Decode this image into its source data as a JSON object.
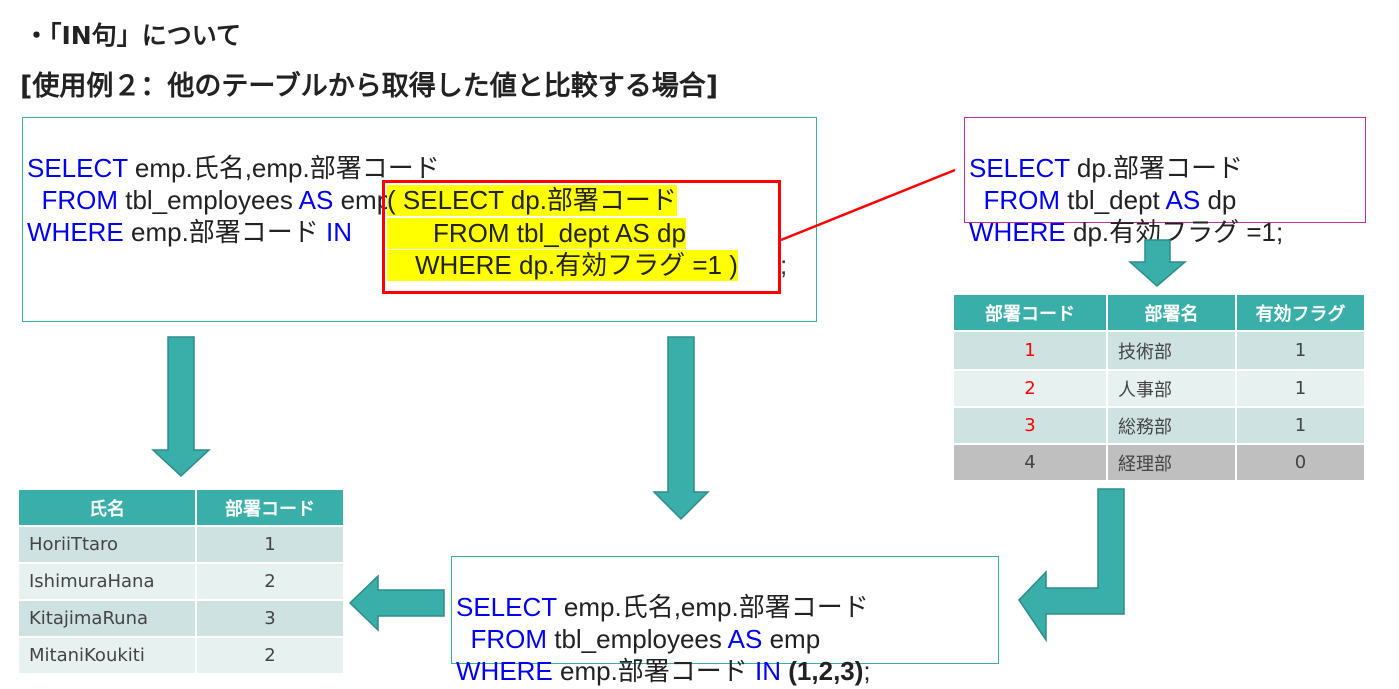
{
  "heading": "・「IN句」について",
  "subheading": "[使用例２：他のテーブルから取得した値と比較する場合]",
  "main_query": {
    "line1": [
      {
        "t": "SELECT",
        "kw": true
      },
      {
        "t": " emp.氏名,emp.部署コード"
      }
    ],
    "line2": [
      {
        "t": "  FROM",
        "kw": true
      },
      {
        "t": " tbl_employees "
      },
      {
        "t": "AS",
        "kw": true
      },
      {
        "t": " emp"
      }
    ],
    "line3": [
      {
        "t": "WHERE",
        "kw": true
      },
      {
        "t": " emp.部署コード "
      },
      {
        "t": "IN",
        "kw": true
      }
    ],
    "sub1": "( SELECT dp.部署コード",
    "sub2": "FROM tbl_dept AS dp",
    "sub3": "WHERE dp.有効フラグ =1 )",
    "end": ";"
  },
  "sub_query": {
    "line1": [
      {
        "t": "SELECT",
        "kw": true
      },
      {
        "t": " dp.部署コード"
      }
    ],
    "line2": [
      {
        "t": "  FROM",
        "kw": true
      },
      {
        "t": " tbl_dept "
      },
      {
        "t": "AS",
        "kw": true
      },
      {
        "t": " dp"
      }
    ],
    "line3": [
      {
        "t": "WHERE",
        "kw": true
      },
      {
        "t": " dp.有効フラグ =1;"
      }
    ]
  },
  "resolved_query": {
    "line1": [
      {
        "t": "SELECT",
        "kw": true
      },
      {
        "t": " emp.氏名,emp.部署コード"
      }
    ],
    "line2": [
      {
        "t": "  FROM",
        "kw": true
      },
      {
        "t": " tbl_employees "
      },
      {
        "t": "AS",
        "kw": true
      },
      {
        "t": " emp"
      }
    ],
    "line3": [
      {
        "t": "WHERE",
        "kw": true
      },
      {
        "t": " emp.部署コード "
      },
      {
        "t": "IN",
        "kw": true
      },
      {
        "t": " "
      },
      {
        "t": "(1,2,3)",
        "b": true
      },
      {
        "t": ";"
      }
    ]
  },
  "dept_table": {
    "headers": [
      "部署コード",
      "部署名",
      "有効フラグ"
    ],
    "rows": [
      [
        "1",
        "技術部",
        "1"
      ],
      [
        "2",
        "人事部",
        "1"
      ],
      [
        "3",
        "総務部",
        "1"
      ],
      [
        "4",
        "経理部",
        "0"
      ]
    ]
  },
  "result_table": {
    "headers": [
      "氏名",
      "部署コード"
    ],
    "rows": [
      [
        "HoriiTtaro",
        "1"
      ],
      [
        "IshimuraHana",
        "2"
      ],
      [
        "KitajimaRuna",
        "3"
      ],
      [
        "MitaniKoukiti",
        "2"
      ]
    ]
  },
  "colors": {
    "teal": "#3aaea9",
    "keyword": "#0000ee",
    "highlight": "#ffff00",
    "red": "#ff0000",
    "magenta": "#c0309b"
  }
}
